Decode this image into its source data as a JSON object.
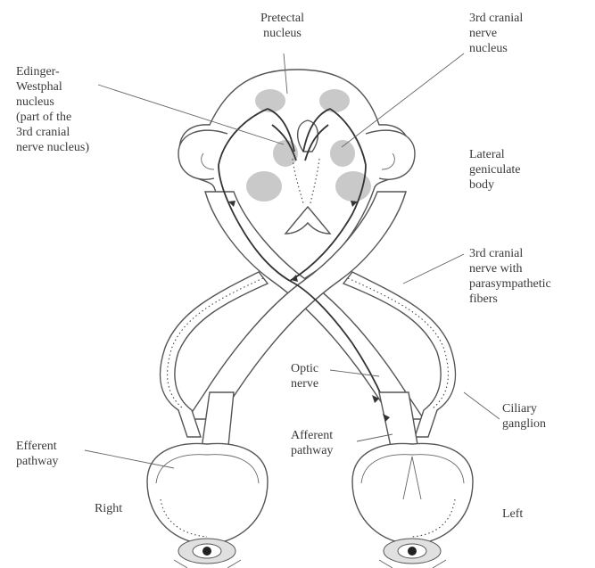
{
  "labels": {
    "pretectal_nucleus": "Pretectal\nnucleus",
    "third_cranial_nerve_nucleus": "3rd cranial\nnerve\nnucleus",
    "edinger_westphal": "Edinger-\nWestphal\nnucleus\n(part of the\n3rd cranial\nnerve nucleus)",
    "lateral_geniculate_body": "Lateral\ngeniculate\nbody",
    "third_cranial_nerve_parasympathetic": "3rd cranial\nnerve with\nparasympathetic\nfibers",
    "optic_nerve": "Optic\nnerve",
    "ciliary_ganglion": "Ciliary\nganglion",
    "efferent_pathway": "Efferent\npathway",
    "afferent_pathway": "Afferent\npathway",
    "right": "Right",
    "left": "Left"
  },
  "colors": {
    "nucleus_gray": "#c9c9c9",
    "outline": "#555555",
    "text": "#3a3a3a"
  }
}
